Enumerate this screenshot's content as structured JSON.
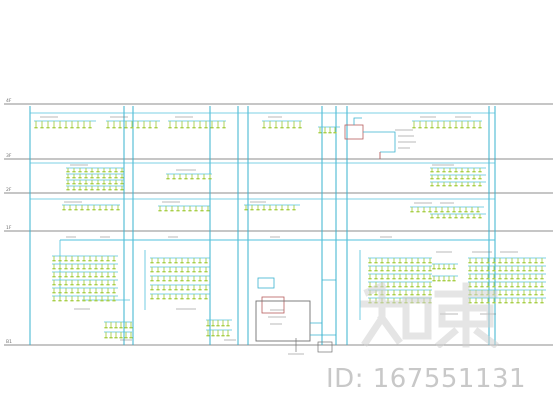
{
  "drawing": {
    "floor_labels": [
      {
        "text": "4F"
      },
      {
        "text": "3F"
      },
      {
        "text": "2F"
      },
      {
        "text": "1F"
      },
      {
        "text": "B1"
      }
    ],
    "colors": {
      "floor_line": "#8d8d8d",
      "riser": "#39b3cf",
      "branch": "#50c2dc",
      "fixture": "#a9cf4a",
      "label": "#727272",
      "equipment": "#b65d5d",
      "watermark": "#d0d0d0"
    }
  },
  "watermark": {
    "logo_text": "知末",
    "id_text": "ID: 167551131"
  }
}
